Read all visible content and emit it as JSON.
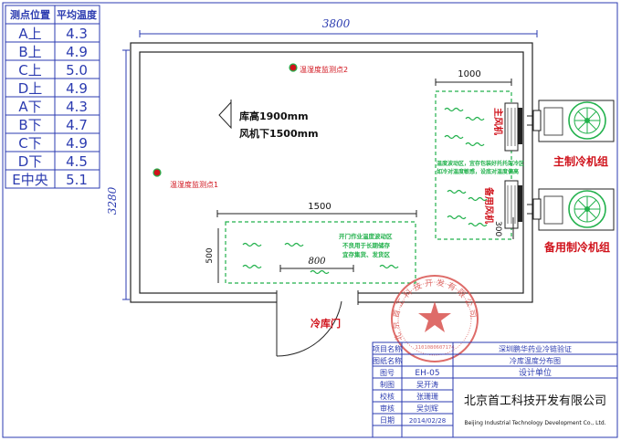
{
  "measurement_table": {
    "header_position": "测点位置",
    "header_temp": "平均温度",
    "rows": [
      {
        "position": "A上",
        "temp": "4.3"
      },
      {
        "position": "B上",
        "temp": "4.9"
      },
      {
        "position": "C上",
        "temp": "5.0"
      },
      {
        "position": "D上",
        "temp": "4.9"
      },
      {
        "position": "A下",
        "temp": "4.3"
      },
      {
        "position": "B下",
        "temp": "4.7"
      },
      {
        "position": "C下",
        "temp": "4.9"
      },
      {
        "position": "D下",
        "temp": "4.5"
      },
      {
        "position": "E中央",
        "temp": "5.1"
      }
    ]
  },
  "dimensions": {
    "width": "3800",
    "height": "3280",
    "zone_1000": "1000",
    "zone_1500": "1500",
    "zone_500": "500",
    "door_800": "800",
    "fan_300": "300"
  },
  "labels": {
    "sensor_1": "温湿度监测点1",
    "sensor_2": "温湿度监测点2",
    "ceiling_height": "库高1900mm",
    "fan_height": "风机下1500mm",
    "main_fan": "主风机",
    "backup_fan": "备用风机",
    "main_unit": "主制冷机组",
    "backup_unit": "备用制冷机组",
    "door": "冷库门",
    "fan_zone_note_1": "温度波动区，宜存包装好托托架冷区",
    "fan_zone_note_2": "如冷对温度敏感，设底对温度偏高",
    "door_zone_note_1": "开门作业温度波动区",
    "door_zone_note_2": "不良用于长期储存",
    "door_zone_note_3": "宜存集货、发货区"
  },
  "title_block": {
    "project_label": "项目名称",
    "project_value": "深圳鹏华药业冷链验证",
    "drawing_label": "图纸名称",
    "drawing_value": "冷库温度分布图",
    "number_label": "图号",
    "number_value": "EH-05",
    "design_unit_label": "设计单位",
    "drawn_label": "制图",
    "drawn_value": "吴开涛",
    "checked_label": "校核",
    "checked_value": "张珊珊",
    "approved_label": "审核",
    "approved_value": "吴剑辉",
    "date_label": "日期",
    "date_value": "2014/02/28",
    "company_cn": "北京首工科技开发有限公司",
    "company_en": "Beijing Industrial Technology Development Co., Ltd."
  },
  "seal": {
    "text": "北京首工科技开发有限公司",
    "number": "1101080607174"
  },
  "colors": {
    "line": "#2b3bb0",
    "green": "#22b14c",
    "red": "#d0121b",
    "seal": "#d9534f"
  }
}
